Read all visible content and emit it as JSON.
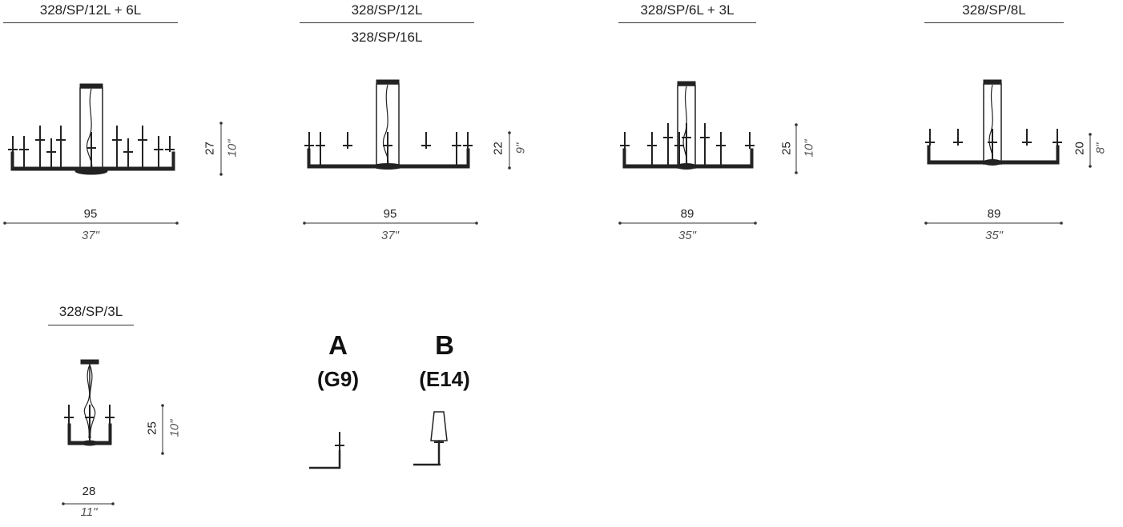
{
  "models": [
    {
      "codes": [
        "328/SP/12L + 6L"
      ],
      "width_cm": "95",
      "width_in": "37\"",
      "height_cm": "27",
      "height_in": "10\"",
      "icon": "chandelier-18-lights-icon"
    },
    {
      "codes": [
        "328/SP/12L",
        "328/SP/16L"
      ],
      "width_cm": "95",
      "width_in": "37\"",
      "height_cm": "22",
      "height_in": "9\"",
      "icon": "chandelier-12-16-lights-icon"
    },
    {
      "codes": [
        "328/SP/6L + 3L"
      ],
      "width_cm": "89",
      "width_in": "35\"",
      "height_cm": "25",
      "height_in": "10\"",
      "icon": "chandelier-9-lights-icon"
    },
    {
      "codes": [
        "328/SP/8L"
      ],
      "width_cm": "89",
      "width_in": "35\"",
      "height_cm": "20",
      "height_in": "8\"",
      "icon": "chandelier-8-lights-icon"
    },
    {
      "codes": [
        "328/SP/3L"
      ],
      "width_cm": "28",
      "width_in": "11\"",
      "height_cm": "25",
      "height_in": "10\"",
      "icon": "chandelier-3-lights-icon"
    }
  ],
  "bulbs": [
    {
      "letter": "A",
      "socket": "(G9)",
      "icon": "g9-bulb-arm-icon"
    },
    {
      "letter": "B",
      "socket": "(E14)",
      "icon": "e14-shade-arm-icon"
    }
  ],
  "colors": {
    "ink": "#222222",
    "light_ink": "#555555",
    "background": "#ffffff"
  }
}
